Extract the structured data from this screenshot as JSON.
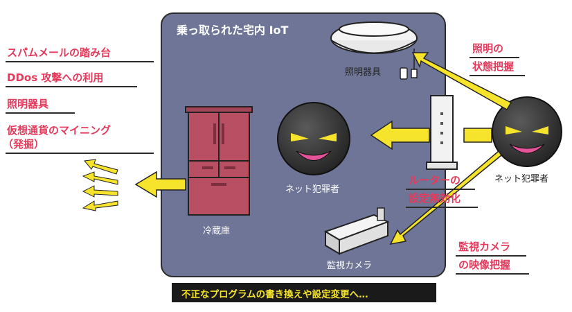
{
  "panel": {
    "title": "乗っ取られた宅内 IoT"
  },
  "left_labels": [
    "スパムメールの踏み台",
    "DDos 攻撃への利用",
    "照明器具",
    "仮想通貨のマイニング",
    "（発掘）"
  ],
  "devices": {
    "light": "照明器具",
    "fridge": "冷蔵庫",
    "camera": "監視カメラ",
    "criminal_inner": "ネット犯罪者",
    "criminal_outer": "ネット犯罪者"
  },
  "right_labels": {
    "light_state": [
      "照明の",
      "状態把握"
    ],
    "router_disable": [
      "ルーターの",
      "設定無効化"
    ],
    "camera_grab": [
      "監視カメラ",
      "の映像把握"
    ]
  },
  "footer": "不正なプログラムの書き換えや設定変更へ…",
  "colors": {
    "accent_red": "#e43a5c",
    "arrow_yellow": "#f5e42b",
    "panel": "#6e7596"
  }
}
